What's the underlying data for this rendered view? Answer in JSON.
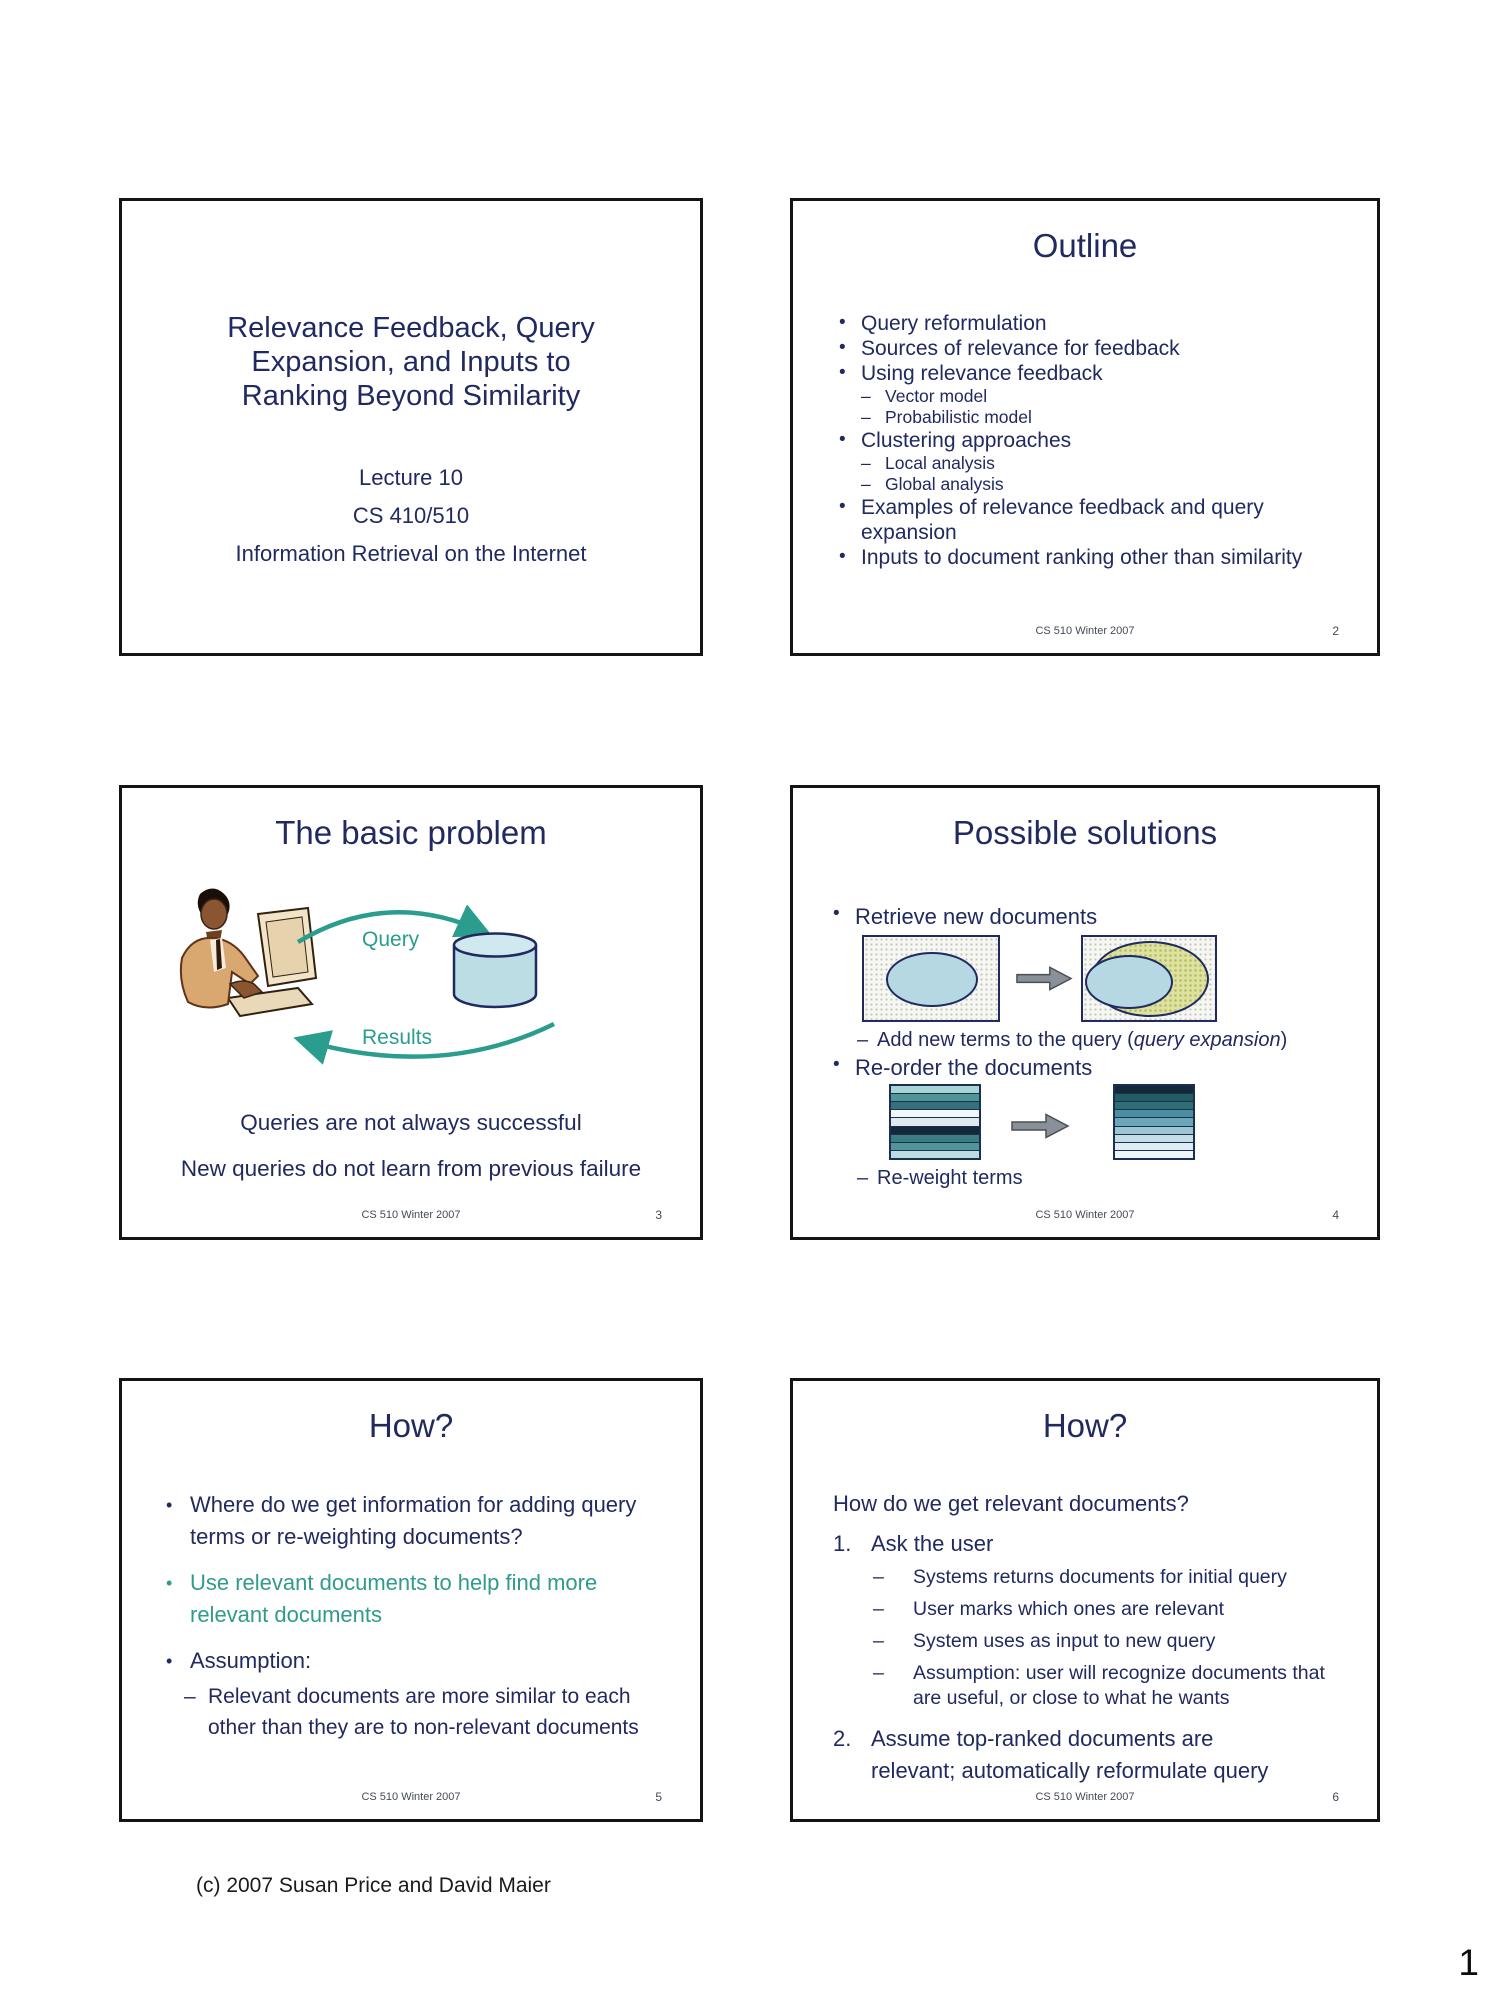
{
  "page": {
    "copyright": "(c) 2007 Susan Price and David Maier",
    "page_number": "1"
  },
  "colors": {
    "text_navy": "#202a60",
    "accent_teal": "#2a9d8f",
    "teal_text_green": "#2f9b8b",
    "footer_gray": "#434a57",
    "ellipse_blue": "#b5d8e2",
    "ellipse_olive": "#dde2a0",
    "cylinder_blue": "#bcdde4",
    "block_arrow_gray": "#8a9097",
    "left_stack": [
      "#a8d4d6",
      "#4f9699",
      "#35707c",
      "#f2f7f9",
      "#dfeaf0",
      "#13293a",
      "#3b7d80",
      "#4f9699",
      "#bcdce3"
    ],
    "right_stack": [
      "#13293a",
      "#235c62",
      "#2e6e74",
      "#4d8da0",
      "#6aa6b6",
      "#9cc6d2",
      "#c4dde6",
      "#dfecf2",
      "#eef5f8"
    ]
  },
  "icons": {
    "person": "person-at-computer",
    "database": "database-cylinder",
    "query_arrow": "curved-arrow-right",
    "results_arrow": "curved-arrow-left",
    "transform_arrow": "gray-block-arrow-right"
  },
  "slide1": {
    "title_lines": [
      "Relevance Feedback, Query",
      "Expansion, and Inputs to",
      "Ranking Beyond Similarity"
    ],
    "subtitle_lines": [
      "Lecture 10",
      "CS 410/510",
      "Information Retrieval on the Internet"
    ]
  },
  "slide2": {
    "title": "Outline",
    "items": [
      {
        "level": 1,
        "text": "Query reformulation"
      },
      {
        "level": 1,
        "text": "Sources of relevance for feedback"
      },
      {
        "level": 1,
        "text": "Using relevance feedback"
      },
      {
        "level": 2,
        "text": "Vector model"
      },
      {
        "level": 2,
        "text": "Probabilistic model"
      },
      {
        "level": 1,
        "text": "Clustering approaches"
      },
      {
        "level": 2,
        "text": "Local analysis"
      },
      {
        "level": 2,
        "text": "Global analysis"
      },
      {
        "level": 1,
        "text": "Examples of relevance feedback and query expansion"
      },
      {
        "level": 1,
        "text": "Inputs to document ranking other than similarity"
      }
    ],
    "footer": "CS 510 Winter 2007",
    "number": "2"
  },
  "slide3": {
    "title": "The basic problem",
    "query_label": "Query",
    "results_label": "Results",
    "line1": "Queries are not always successful",
    "line2": "New queries do not learn from previous failure",
    "footer": "CS 510 Winter 2007",
    "number": "3"
  },
  "slide4": {
    "title": "Possible solutions",
    "bullet1": "Retrieve new documents",
    "dash1_prefix": "Add new terms to the query (",
    "dash1_italic": "query expansion",
    "dash1_suffix": ")",
    "bullet2": "Re-order the documents",
    "dash2": "Re-weight terms",
    "footer": "CS 510 Winter 2007",
    "number": "4"
  },
  "slide5": {
    "title": "How?",
    "bullet1": "Where do we get information for adding query terms or re-weighting documents?",
    "bullet2": "Use relevant documents to help find more relevant documents",
    "bullet3": "Assumption:",
    "dash1": "Relevant documents are more similar to each other than they are to non-relevant documents",
    "footer": "CS 510 Winter 2007",
    "number": "5"
  },
  "slide6": {
    "title": "How?",
    "intro": "How do we get relevant documents?",
    "item1_num": "1.",
    "item1_text": "Ask the user",
    "dashes": [
      "Systems returns documents for initial query",
      "User marks which ones are relevant",
      "System uses as input to new query",
      "Assumption: user will recognize documents that are useful, or close to what he wants"
    ],
    "item2_num": "2.",
    "item2_lines": [
      "Assume top-ranked documents are",
      "relevant; automatically reformulate query"
    ],
    "footer": "CS 510 Winter 2007",
    "number": "6"
  }
}
